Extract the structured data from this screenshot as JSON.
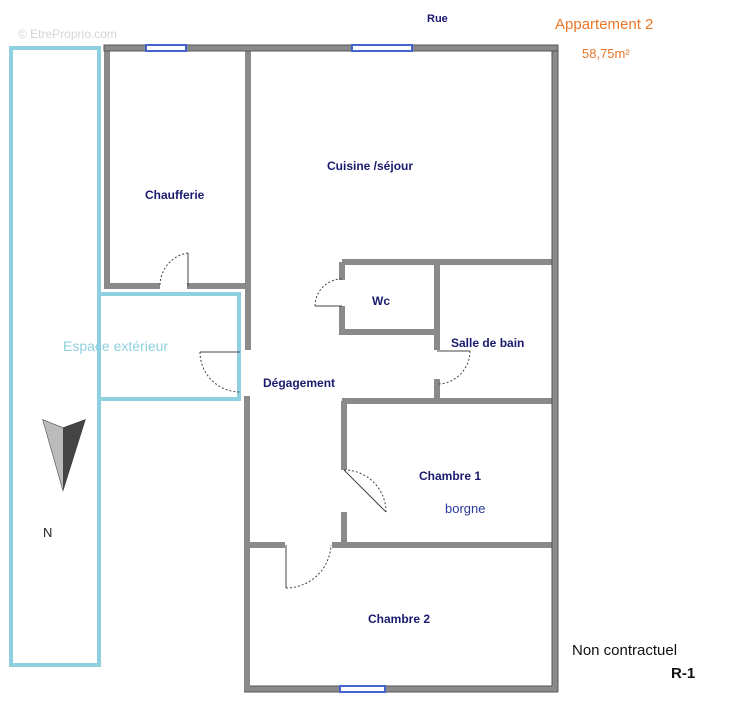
{
  "header": {
    "title": "Appartement 2",
    "area": "58,75m²",
    "street": "Rue"
  },
  "watermark": "© EtreProprio.com",
  "rooms": {
    "cuisine": "Cuisine /séjour",
    "chaufferie": "Chaufferie",
    "wc": "Wc",
    "salle_de_bain": "Salle de bain",
    "degagement": "Dégagement",
    "chambre1": "Chambre 1",
    "chambre1_note": "borgne",
    "chambre2": "Chambre 2",
    "exterieur": "Espace extérieur"
  },
  "compass": {
    "label": "N"
  },
  "footer": {
    "disclaimer": "Non contractuel",
    "level": "R-1"
  },
  "colors": {
    "wall": "#8a8a8a",
    "wall_edge": "#555555",
    "exterior": "#8fd0e0",
    "title": "#e9772a",
    "window": "#4466cc"
  }
}
